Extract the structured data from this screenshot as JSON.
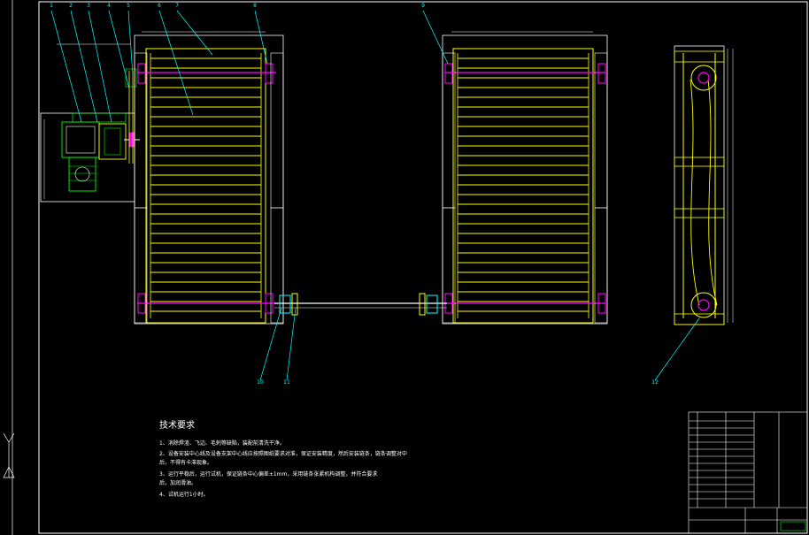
{
  "balloons": [
    "1",
    "2",
    "3",
    "4",
    "5",
    "6",
    "7",
    "8",
    "9",
    "10",
    "11",
    "12"
  ],
  "technical_requirements": {
    "title": "技术要求",
    "items": [
      "1、消除焊渣、飞边、毛刺等缺陷，装配前清洗干净。",
      "2、设备安装中心线及设备支架中心线应按照图纸要求对准，保证安装精度，然后安装链条，链条调整对中",
      "     后，不得有卡滞现象。",
      "3、运行平稳后，运行试机，保证链条中心偏差±1mm，采用链条张紧机构调整，并符合要求",
      "     后，加润滑油。",
      "4、试机运行1小时。"
    ]
  },
  "colors": {
    "frame": "#ffff00",
    "slat": "#ffff00",
    "sprocket": "#ff00ff",
    "leader": "#00ffff",
    "motor": "#00ff00",
    "shaft": "#ffffff",
    "border": "#ffffff",
    "dimension": "#ffffff"
  },
  "icons": {
    "drive_motor": "motor-icon",
    "sprocket": "sprocket-icon",
    "coupling": "coupling-icon"
  }
}
